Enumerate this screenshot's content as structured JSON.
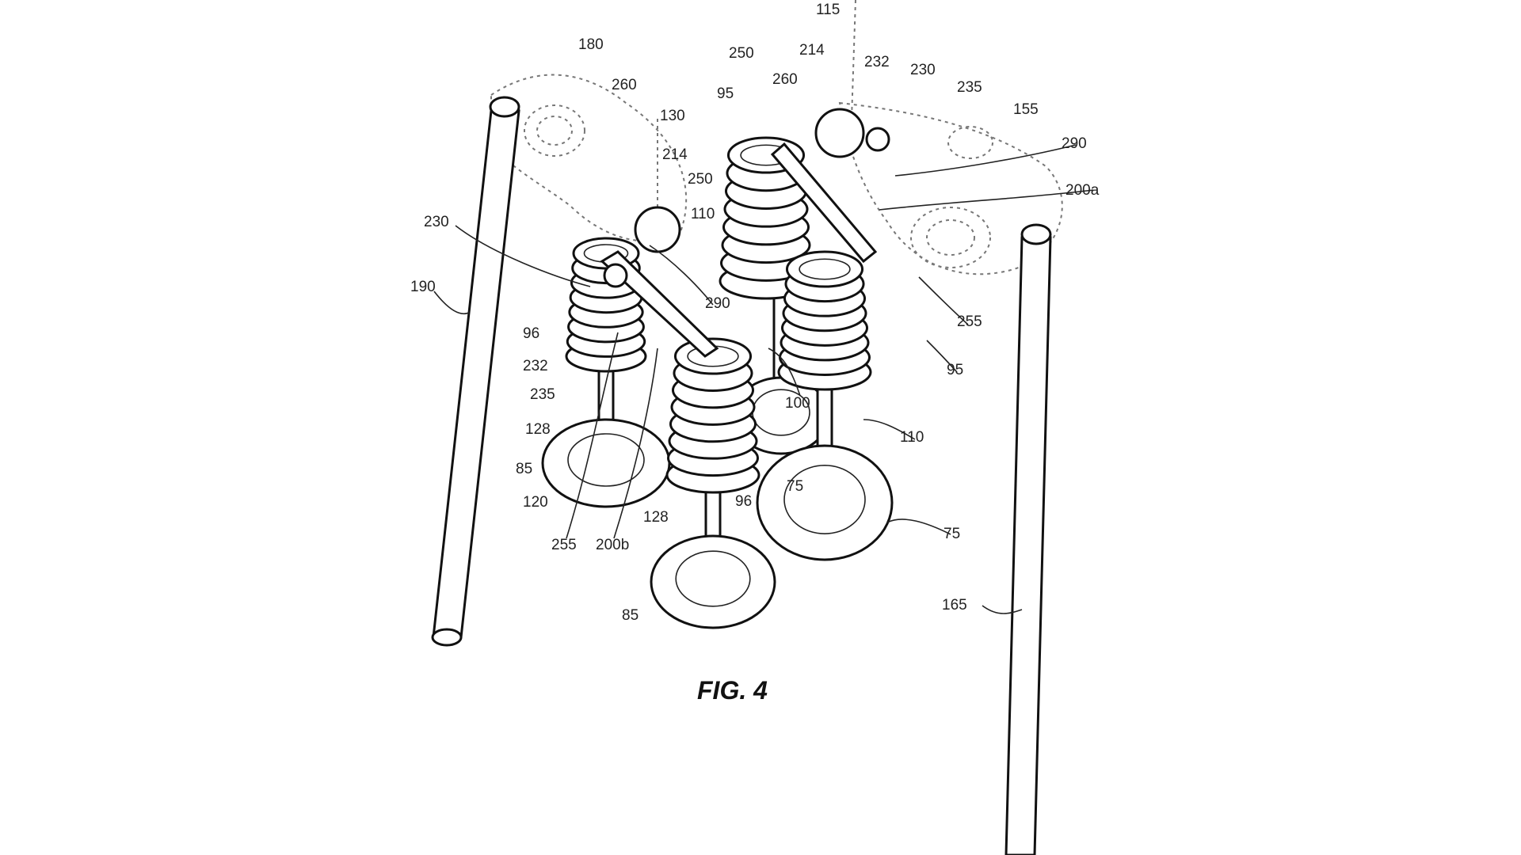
{
  "figure": {
    "title": "FIG. 4",
    "labels": [
      "115",
      "180",
      "260",
      "130",
      "214",
      "250",
      "230",
      "190",
      "95",
      "250",
      "260",
      "214",
      "232",
      "230",
      "235",
      "155",
      "290",
      "200a",
      "110",
      "290",
      "255",
      "96",
      "232",
      "95",
      "235",
      "100",
      "128",
      "110",
      "85",
      "75",
      "96",
      "120",
      "128",
      "255",
      "200b",
      "75",
      "165",
      "85"
    ]
  }
}
